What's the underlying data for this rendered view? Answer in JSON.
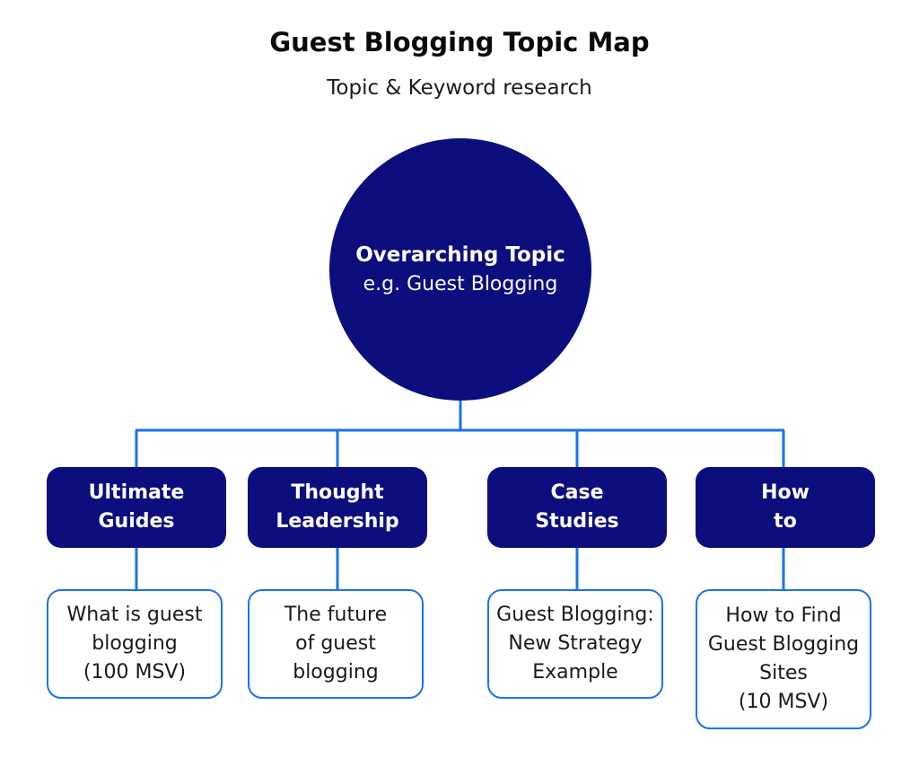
{
  "title": "Guest Blogging Topic Map",
  "subtitle": "Topic & Keyword research",
  "central": {
    "title": "Overarching Topic",
    "subtitle": "e.g. Guest Blogging"
  },
  "categories": [
    {
      "line1": "Ultimate",
      "line2": "Guides",
      "example": "What is guest\nblogging\n(100 MSV)"
    },
    {
      "line1": "Thought",
      "line2": "Leadership",
      "example": "The future\nof guest\nblogging"
    },
    {
      "line1": "Case",
      "line2": "Studies",
      "example": "Guest Blogging:\nNew Strategy\nExample"
    },
    {
      "line1": "How",
      "line2": "to",
      "example": "How to Find\nGuest Blogging\nSites\n(10 MSV)"
    }
  ],
  "colors": {
    "node_fill": "#0c0e7d",
    "connector": "#1a73e8",
    "example_border": "#1a73e8"
  }
}
